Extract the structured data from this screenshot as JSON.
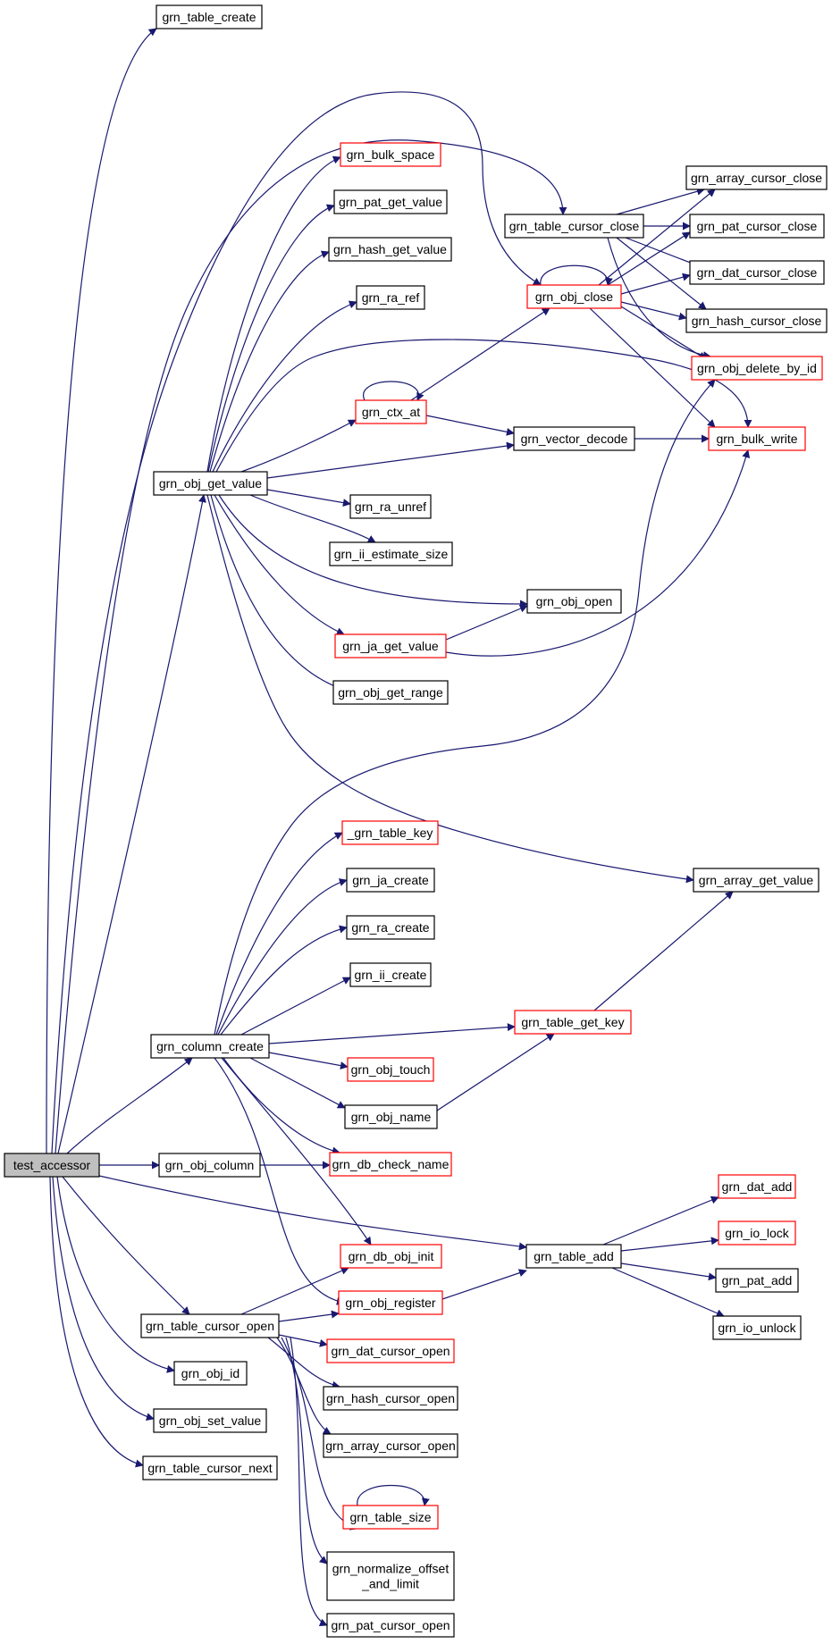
{
  "colors": {
    "edge": "#191970",
    "node_border": "#000000",
    "linked_node_border": "#ff0000",
    "root_fill": "#bfbfbf",
    "node_fill": "#ffffff"
  },
  "nodes": [
    {
      "id": "test_accessor",
      "lines": [
        "test_accessor"
      ],
      "root": true
    },
    {
      "id": "grn_table_create",
      "lines": [
        "grn_table_create"
      ]
    },
    {
      "id": "grn_obj_get_value",
      "lines": [
        "grn_obj_get_value"
      ]
    },
    {
      "id": "grn_column_create",
      "lines": [
        "grn_column_create"
      ]
    },
    {
      "id": "grn_obj_column",
      "lines": [
        "grn_obj_column"
      ]
    },
    {
      "id": "grn_table_cursor_open",
      "lines": [
        "grn_table_cursor_open"
      ]
    },
    {
      "id": "grn_obj_id",
      "lines": [
        "grn_obj_id"
      ]
    },
    {
      "id": "grn_obj_set_value",
      "lines": [
        "grn_obj_set_value"
      ]
    },
    {
      "id": "grn_table_cursor_next",
      "lines": [
        "grn_table_cursor_next"
      ]
    },
    {
      "id": "grn_bulk_space",
      "lines": [
        "grn_bulk_space"
      ],
      "red": true
    },
    {
      "id": "grn_pat_get_value",
      "lines": [
        "grn_pat_get_value"
      ]
    },
    {
      "id": "grn_hash_get_value",
      "lines": [
        "grn_hash_get_value"
      ]
    },
    {
      "id": "grn_ra_ref",
      "lines": [
        "grn_ra_ref"
      ]
    },
    {
      "id": "grn_ctx_at",
      "lines": [
        "grn_ctx_at"
      ],
      "red": true
    },
    {
      "id": "grn_ra_unref",
      "lines": [
        "grn_ra_unref"
      ]
    },
    {
      "id": "grn_ii_estimate_size",
      "lines": [
        "grn_ii_estimate_size"
      ]
    },
    {
      "id": "grn_ja_get_value",
      "lines": [
        "grn_ja_get_value"
      ],
      "red": true
    },
    {
      "id": "grn_obj_get_range",
      "lines": [
        "grn_obj_get_range"
      ]
    },
    {
      "id": "_grn_table_key",
      "lines": [
        "_grn_table_key"
      ],
      "red": true
    },
    {
      "id": "grn_ja_create",
      "lines": [
        "grn_ja_create"
      ]
    },
    {
      "id": "grn_ra_create",
      "lines": [
        "grn_ra_create"
      ]
    },
    {
      "id": "grn_ii_create",
      "lines": [
        "grn_ii_create"
      ]
    },
    {
      "id": "grn_obj_touch",
      "lines": [
        "grn_obj_touch"
      ],
      "red": true
    },
    {
      "id": "grn_obj_name",
      "lines": [
        "grn_obj_name"
      ]
    },
    {
      "id": "grn_db_check_name",
      "lines": [
        "grn_db_check_name"
      ],
      "red": true
    },
    {
      "id": "grn_db_obj_init",
      "lines": [
        "grn_db_obj_init"
      ],
      "red": true
    },
    {
      "id": "grn_obj_register",
      "lines": [
        "grn_obj_register"
      ],
      "red": true
    },
    {
      "id": "grn_dat_cursor_open",
      "lines": [
        "grn_dat_cursor_open"
      ],
      "red": true
    },
    {
      "id": "grn_hash_cursor_open",
      "lines": [
        "grn_hash_cursor_open"
      ]
    },
    {
      "id": "grn_array_cursor_open",
      "lines": [
        "grn_array_cursor_open"
      ]
    },
    {
      "id": "grn_table_size",
      "lines": [
        "grn_table_size"
      ],
      "red": true
    },
    {
      "id": "grn_normalize_offset_and_limit",
      "lines": [
        "grn_normalize_offset",
        "_and_limit"
      ]
    },
    {
      "id": "grn_pat_cursor_open",
      "lines": [
        "grn_pat_cursor_open"
      ]
    },
    {
      "id": "grn_table_cursor_close",
      "lines": [
        "grn_table_cursor_close"
      ]
    },
    {
      "id": "grn_obj_close",
      "lines": [
        "grn_obj_close"
      ],
      "red": true
    },
    {
      "id": "grn_vector_decode",
      "lines": [
        "grn_vector_decode"
      ]
    },
    {
      "id": "grn_obj_open",
      "lines": [
        "grn_obj_open"
      ]
    },
    {
      "id": "grn_table_get_key",
      "lines": [
        "grn_table_get_key"
      ],
      "red": true
    },
    {
      "id": "grn_table_add",
      "lines": [
        "grn_table_add"
      ]
    },
    {
      "id": "grn_array_cursor_close",
      "lines": [
        "grn_array_cursor_close"
      ]
    },
    {
      "id": "grn_pat_cursor_close",
      "lines": [
        "grn_pat_cursor_close"
      ]
    },
    {
      "id": "grn_dat_cursor_close",
      "lines": [
        "grn_dat_cursor_close"
      ]
    },
    {
      "id": "grn_hash_cursor_close",
      "lines": [
        "grn_hash_cursor_close"
      ]
    },
    {
      "id": "grn_obj_delete_by_id",
      "lines": [
        "grn_obj_delete_by_id"
      ],
      "red": true
    },
    {
      "id": "grn_bulk_write",
      "lines": [
        "grn_bulk_write"
      ],
      "red": true
    },
    {
      "id": "grn_array_get_value",
      "lines": [
        "grn_array_get_value"
      ]
    },
    {
      "id": "grn_dat_add",
      "lines": [
        "grn_dat_add"
      ],
      "red": true
    },
    {
      "id": "grn_io_lock",
      "lines": [
        "grn_io_lock"
      ],
      "red": true
    },
    {
      "id": "grn_pat_add",
      "lines": [
        "grn_pat_add"
      ]
    },
    {
      "id": "grn_io_unlock",
      "lines": [
        "grn_io_unlock"
      ]
    }
  ],
  "edges": [
    [
      "test_accessor",
      "grn_table_create"
    ],
    [
      "test_accessor",
      "grn_table_cursor_close"
    ],
    [
      "test_accessor",
      "grn_obj_close"
    ],
    [
      "test_accessor",
      "grn_obj_get_value"
    ],
    [
      "test_accessor",
      "grn_column_create"
    ],
    [
      "test_accessor",
      "grn_obj_column"
    ],
    [
      "test_accessor",
      "grn_table_add"
    ],
    [
      "test_accessor",
      "grn_table_cursor_open"
    ],
    [
      "test_accessor",
      "grn_obj_id"
    ],
    [
      "test_accessor",
      "grn_obj_set_value"
    ],
    [
      "test_accessor",
      "grn_table_cursor_next"
    ],
    [
      "grn_obj_get_value",
      "grn_bulk_space"
    ],
    [
      "grn_obj_get_value",
      "grn_pat_get_value"
    ],
    [
      "grn_obj_get_value",
      "grn_hash_get_value"
    ],
    [
      "grn_obj_get_value",
      "grn_ra_ref"
    ],
    [
      "grn_obj_get_value",
      "grn_bulk_write"
    ],
    [
      "grn_obj_get_value",
      "grn_ctx_at"
    ],
    [
      "grn_obj_get_value",
      "grn_vector_decode"
    ],
    [
      "grn_obj_get_value",
      "grn_ra_unref"
    ],
    [
      "grn_obj_get_value",
      "grn_ii_estimate_size"
    ],
    [
      "grn_obj_get_value",
      "grn_obj_open"
    ],
    [
      "grn_obj_get_value",
      "grn_ja_get_value"
    ],
    [
      "grn_obj_get_value",
      "grn_obj_get_range"
    ],
    [
      "grn_obj_get_value",
      "grn_array_get_value"
    ],
    [
      "grn_ctx_at",
      "grn_ctx_at"
    ],
    [
      "grn_ctx_at",
      "grn_obj_close"
    ],
    [
      "grn_ctx_at",
      "grn_vector_decode"
    ],
    [
      "grn_vector_decode",
      "grn_bulk_write"
    ],
    [
      "grn_ja_get_value",
      "grn_obj_open"
    ],
    [
      "grn_ja_get_value",
      "grn_bulk_write"
    ],
    [
      "grn_table_cursor_close",
      "grn_array_cursor_close"
    ],
    [
      "grn_table_cursor_close",
      "grn_pat_cursor_close"
    ],
    [
      "grn_table_cursor_close",
      "grn_dat_cursor_close"
    ],
    [
      "grn_table_cursor_close",
      "grn_hash_cursor_close"
    ],
    [
      "grn_table_cursor_close",
      "grn_obj_delete_by_id"
    ],
    [
      "grn_obj_close",
      "grn_obj_close"
    ],
    [
      "grn_obj_close",
      "grn_array_cursor_close"
    ],
    [
      "grn_obj_close",
      "grn_pat_cursor_close"
    ],
    [
      "grn_obj_close",
      "grn_dat_cursor_close"
    ],
    [
      "grn_obj_close",
      "grn_hash_cursor_close"
    ],
    [
      "grn_obj_close",
      "grn_obj_delete_by_id"
    ],
    [
      "grn_obj_close",
      "grn_bulk_write"
    ],
    [
      "grn_column_create",
      "grn_obj_delete_by_id"
    ],
    [
      "grn_column_create",
      "_grn_table_key"
    ],
    [
      "grn_column_create",
      "grn_ja_create"
    ],
    [
      "grn_column_create",
      "grn_ra_create"
    ],
    [
      "grn_column_create",
      "grn_ii_create"
    ],
    [
      "grn_column_create",
      "grn_table_get_key"
    ],
    [
      "grn_column_create",
      "grn_obj_touch"
    ],
    [
      "grn_column_create",
      "grn_obj_name"
    ],
    [
      "grn_column_create",
      "grn_db_check_name"
    ],
    [
      "grn_column_create",
      "grn_db_obj_init"
    ],
    [
      "grn_column_create",
      "grn_obj_register"
    ],
    [
      "grn_table_get_key",
      "grn_array_get_value"
    ],
    [
      "grn_obj_name",
      "grn_table_get_key"
    ],
    [
      "grn_obj_column",
      "grn_db_check_name"
    ],
    [
      "grn_table_cursor_open",
      "grn_db_obj_init"
    ],
    [
      "grn_table_cursor_open",
      "grn_obj_register"
    ],
    [
      "grn_table_cursor_open",
      "grn_dat_cursor_open"
    ],
    [
      "grn_table_cursor_open",
      "grn_hash_cursor_open"
    ],
    [
      "grn_table_cursor_open",
      "grn_array_cursor_open"
    ],
    [
      "grn_table_cursor_open",
      "grn_table_size"
    ],
    [
      "grn_table_cursor_open",
      "grn_normalize_offset_and_limit"
    ],
    [
      "grn_table_cursor_open",
      "grn_pat_cursor_open"
    ],
    [
      "grn_table_size",
      "grn_table_size"
    ],
    [
      "grn_obj_register",
      "grn_table_add"
    ],
    [
      "grn_table_add",
      "grn_dat_add"
    ],
    [
      "grn_table_add",
      "grn_io_lock"
    ],
    [
      "grn_table_add",
      "grn_pat_add"
    ],
    [
      "grn_table_add",
      "grn_io_unlock"
    ]
  ]
}
